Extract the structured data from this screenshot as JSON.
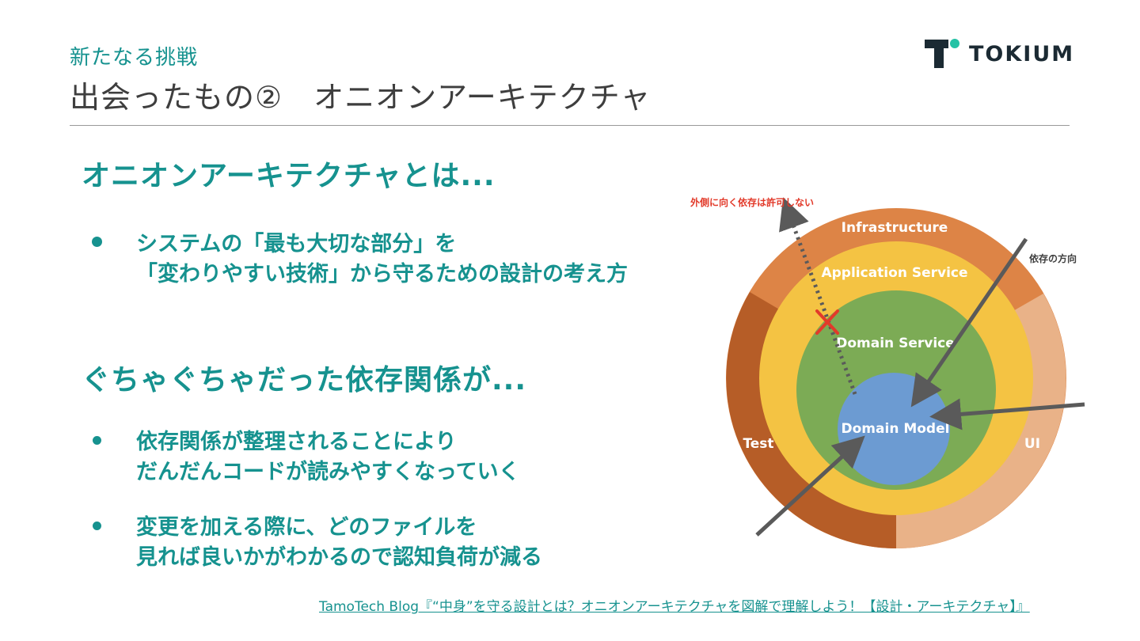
{
  "header": {
    "subtitle": "新たなる挑戦",
    "title": "出会ったもの②　オニオンアーキテクチャ",
    "logo_text": "TOKIUM"
  },
  "sections": [
    {
      "heading": "オニオンアーキテクチャとは...",
      "bullets": [
        {
          "lines": [
            "システムの「最も大切な部分」を",
            "「変わりやすい技術」から守るための設計の考え方"
          ]
        }
      ]
    },
    {
      "heading": "ぐちゃぐちゃだった依存関係が...",
      "bullets": [
        {
          "lines": [
            "依存関係が整理されることにより",
            "だんだんコードが読みやすくなっていく"
          ]
        },
        {
          "lines": [
            "変更を加える際に、どのファイルを",
            "見れば良いかがわかるので認知負荷が減る"
          ]
        }
      ]
    }
  ],
  "diagram": {
    "rings": {
      "infrastructure": "Infrastructure",
      "application_service": "Application Service",
      "domain_service": "Domain Service",
      "domain_model": "Domain Model",
      "test": "Test",
      "ui": "UI"
    },
    "annotations": {
      "forbidden": "外側に向く依存は許可しない",
      "direction": "依存の方向"
    },
    "colors": {
      "infrastructure": "#dd8446",
      "test": "#b65d27",
      "ui": "#e9b288",
      "application_service": "#f4c343",
      "domain_service": "#7cab55",
      "domain_model": "#6c9bd2",
      "arrow": "#5a5a5a",
      "forbidden_mark": "#e23a2a"
    }
  },
  "footer": {
    "link_text": "TamoTech Blog『“中身”を守る設計とは？オニオンアーキテクチャを図解で理解しよう！【設計・アーキテクチャ】』"
  }
}
